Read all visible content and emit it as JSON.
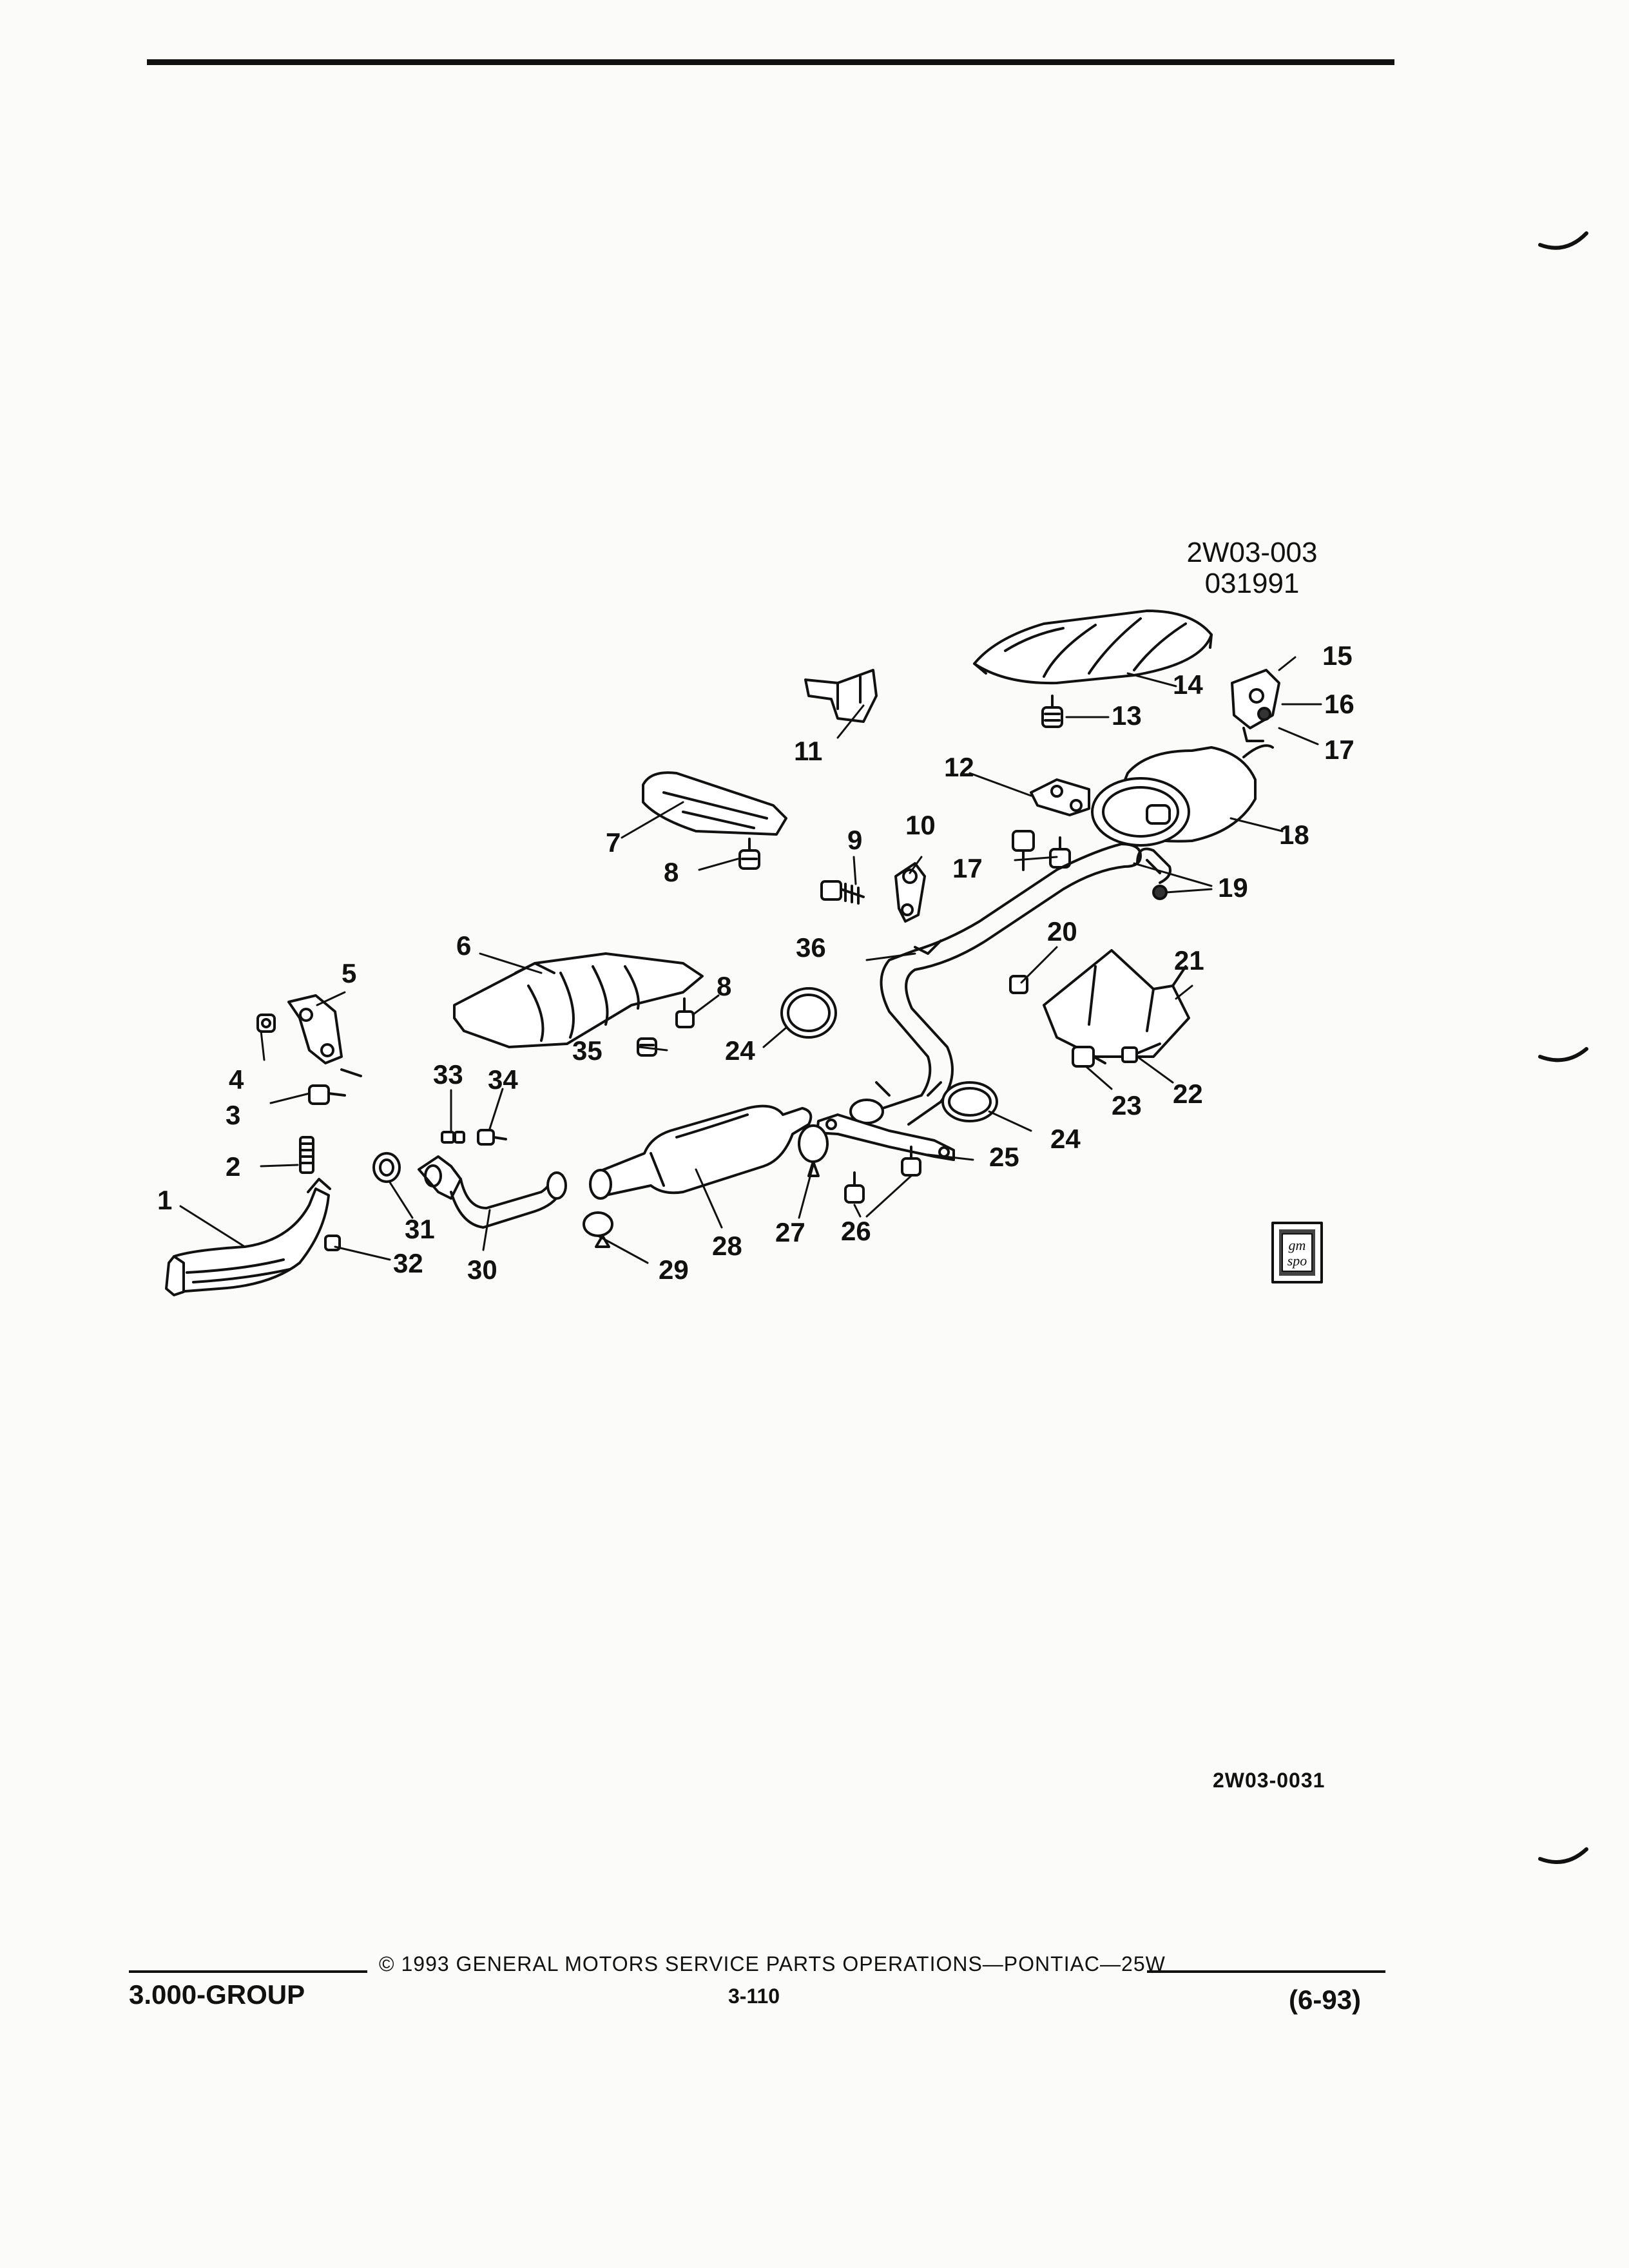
{
  "header": {
    "illustration_code_1": "2W03-003",
    "illustration_code_2": "031991"
  },
  "callouts": [
    "1",
    "2",
    "3",
    "4",
    "5",
    "6",
    "7",
    "8",
    "8",
    "9",
    "10",
    "11",
    "12",
    "13",
    "14",
    "15",
    "16",
    "17",
    "17",
    "18",
    "19",
    "20",
    "21",
    "22",
    "23",
    "24",
    "24",
    "25",
    "26",
    "27",
    "28",
    "29",
    "30",
    "31",
    "32",
    "33",
    "34",
    "35",
    "36"
  ],
  "logo": {
    "line1": "gm",
    "line2": "spo"
  },
  "reference_code": "2W03-0031",
  "footer": {
    "group": "3.000-GROUP",
    "copyright": "© 1993 GENERAL MOTORS SERVICE PARTS OPERATIONS—PONTIAC—25W",
    "page": "3-110",
    "date": "(6-93)"
  }
}
